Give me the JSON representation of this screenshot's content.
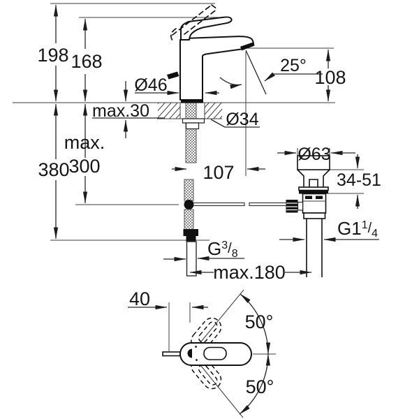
{
  "drawing": {
    "background": "#ffffff",
    "line_color": "#111111",
    "side_view": {
      "labels": {
        "total_height": "198",
        "height_to_lever": "168",
        "body_diameter": "Ø46",
        "max_deck_thickness": "max.30",
        "hole_diameter": "Ø34",
        "aerator_angle": "25°",
        "spout_to_deck": "108",
        "max_prefix": "max.",
        "depth_overall": "380",
        "depth_to_rod": "300",
        "spout_reach": "107",
        "waste_top_diameter": "Ø63",
        "waste_clamping_range": "34-51",
        "waste_thread": {
          "base": "G1",
          "num": "1",
          "slash": "/",
          "den": "4"
        },
        "supply_thread": {
          "base": "G",
          "num": "3",
          "slash": "/",
          "den": "8"
        },
        "max_waste_reach": "max.180"
      }
    },
    "top_view": {
      "labels": {
        "lever_offset": "40",
        "swivel_upper": "50°",
        "swivel_lower": "50°"
      }
    }
  }
}
